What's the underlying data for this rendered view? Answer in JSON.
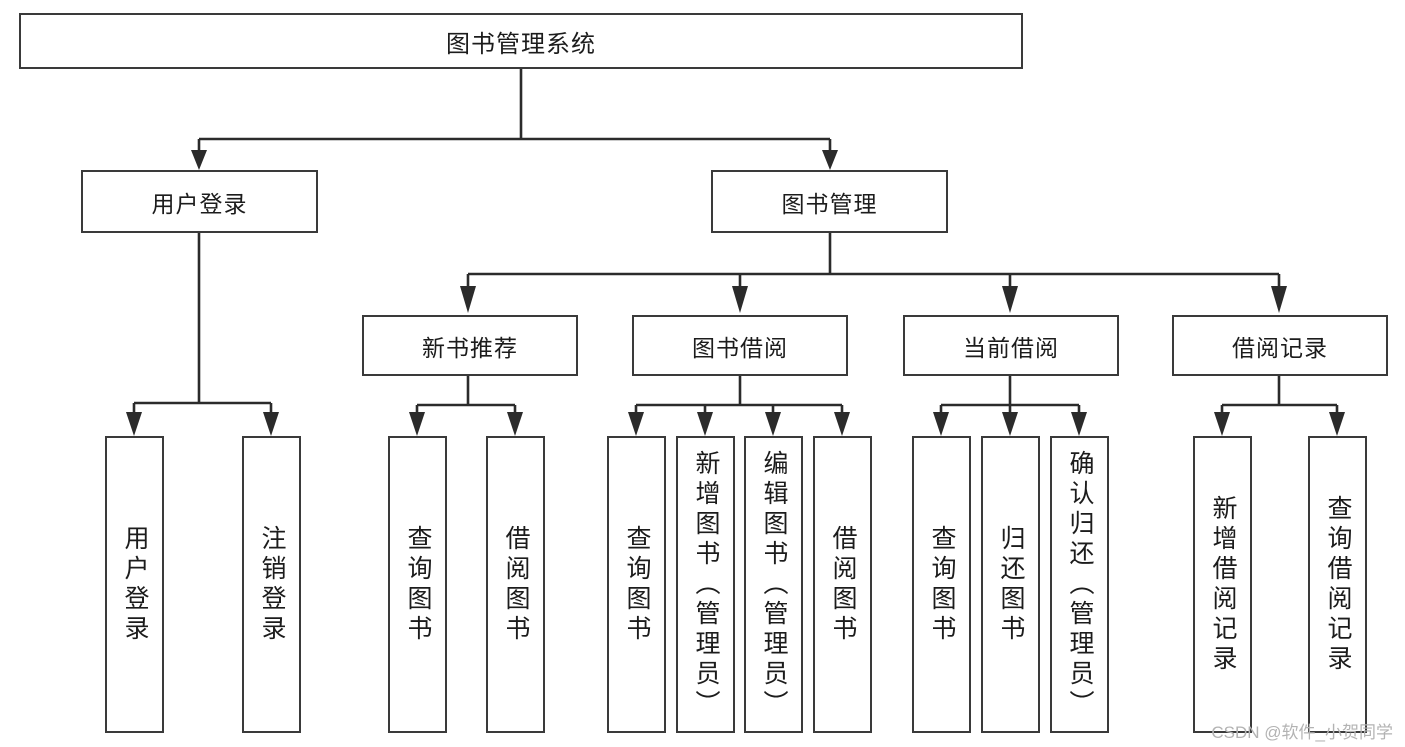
{
  "diagram": {
    "type": "tree-hierarchy",
    "title": "图书管理系统",
    "orientation": "top-down",
    "colors": {
      "box_border": "#3a3a3a",
      "box_fill": "#ffffff",
      "connector": "#2b2b2b",
      "text": "#1c1c1c",
      "watermark": "#b3b3b3"
    },
    "levels": {
      "root": {
        "label": "图书管理系统"
      },
      "level2": [
        {
          "id": "login",
          "label": "用户登录"
        },
        {
          "id": "bookmgmt",
          "label": "图书管理"
        }
      ],
      "level3": [
        {
          "id": "newbook",
          "label": "新书推荐",
          "parent": "bookmgmt"
        },
        {
          "id": "borrow",
          "label": "图书借阅",
          "parent": "bookmgmt"
        },
        {
          "id": "current",
          "label": "当前借阅",
          "parent": "bookmgmt"
        },
        {
          "id": "records",
          "label": "借阅记录",
          "parent": "bookmgmt"
        }
      ],
      "leaves": [
        {
          "id": "leaf-login-1",
          "label": "用户登录",
          "parent": "login"
        },
        {
          "id": "leaf-login-2",
          "label": "注销登录",
          "parent": "login"
        },
        {
          "id": "leaf-newbook-1",
          "label": "查询图书",
          "parent": "newbook"
        },
        {
          "id": "leaf-newbook-2",
          "label": "借阅图书",
          "parent": "newbook"
        },
        {
          "id": "leaf-borrow-1",
          "label": "查询图书",
          "parent": "borrow"
        },
        {
          "id": "leaf-borrow-2",
          "label": "新增图书（管理员）",
          "parent": "borrow"
        },
        {
          "id": "leaf-borrow-3",
          "label": "编辑图书（管理员）",
          "parent": "borrow"
        },
        {
          "id": "leaf-borrow-4",
          "label": "借阅图书",
          "parent": "borrow"
        },
        {
          "id": "leaf-current-1",
          "label": "查询图书",
          "parent": "current"
        },
        {
          "id": "leaf-current-2",
          "label": "归还图书",
          "parent": "current"
        },
        {
          "id": "leaf-current-3",
          "label": "确认归还（管理员）",
          "parent": "current"
        },
        {
          "id": "leaf-records-1",
          "label": "新增借阅记录",
          "parent": "records"
        },
        {
          "id": "leaf-records-2",
          "label": "查询借阅记录",
          "parent": "records"
        }
      ]
    }
  },
  "watermark": {
    "text": "CSDN @软件_小贺同学"
  }
}
